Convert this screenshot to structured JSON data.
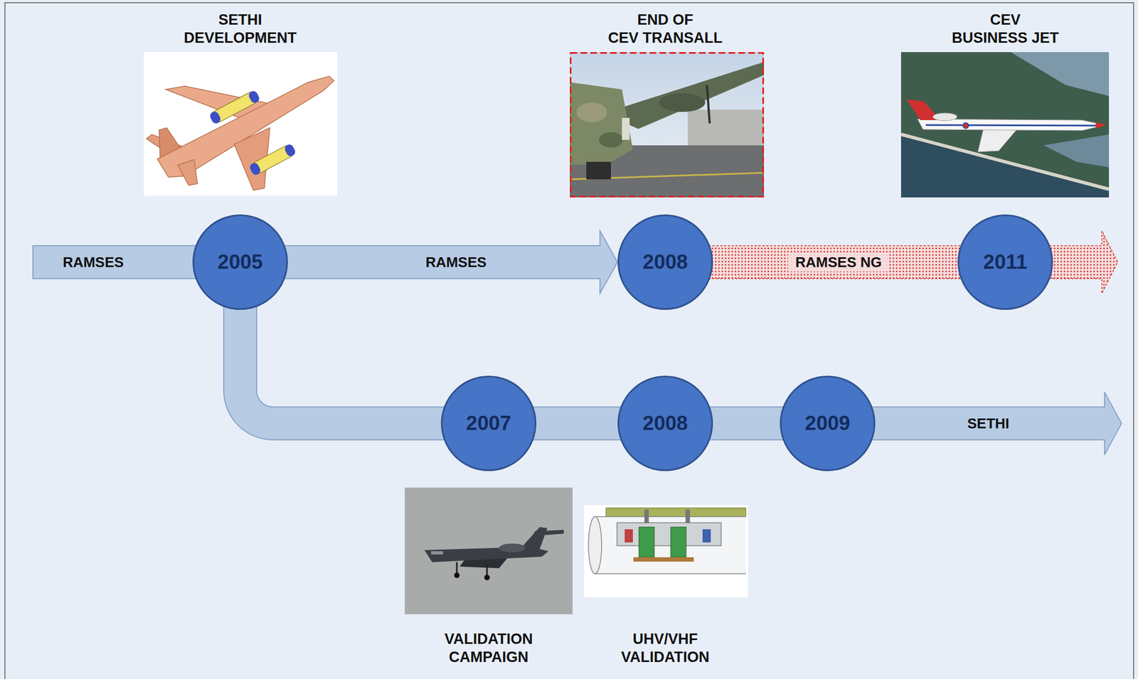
{
  "diagram": {
    "nodes": [
      {
        "text": [
          "2005"
        ]
      },
      {
        "text": [
          "2008"
        ]
      },
      {
        "text": [
          "2011"
        ]
      },
      {
        "text": [
          "2007"
        ]
      },
      {
        "text": [
          "2008"
        ]
      },
      {
        "text": [
          "2009"
        ]
      }
    ],
    "edges": [
      {
        "from": 0,
        "to": 1,
        "arrow": "to",
        "label": "RAMSES"
      },
      {
        "from": 1,
        "to": 2,
        "arrow": "none",
        "label": "RAMSES NG"
      },
      {
        "from": 0,
        "to": 3,
        "arrow": "none"
      },
      {
        "from": 3,
        "to": 4,
        "arrow": "none"
      },
      {
        "from": 4,
        "to": 5,
        "arrow": "none"
      }
    ],
    "labels": [
      "SETHI DEVELOPMENT",
      "END OF CEV TRANSALL",
      "CEV BUSINESS JET",
      "RAMSES",
      "SETHI",
      "VALIDATION CAMPAIGN",
      "UHV/VHF VALIDATION"
    ]
  }
}
